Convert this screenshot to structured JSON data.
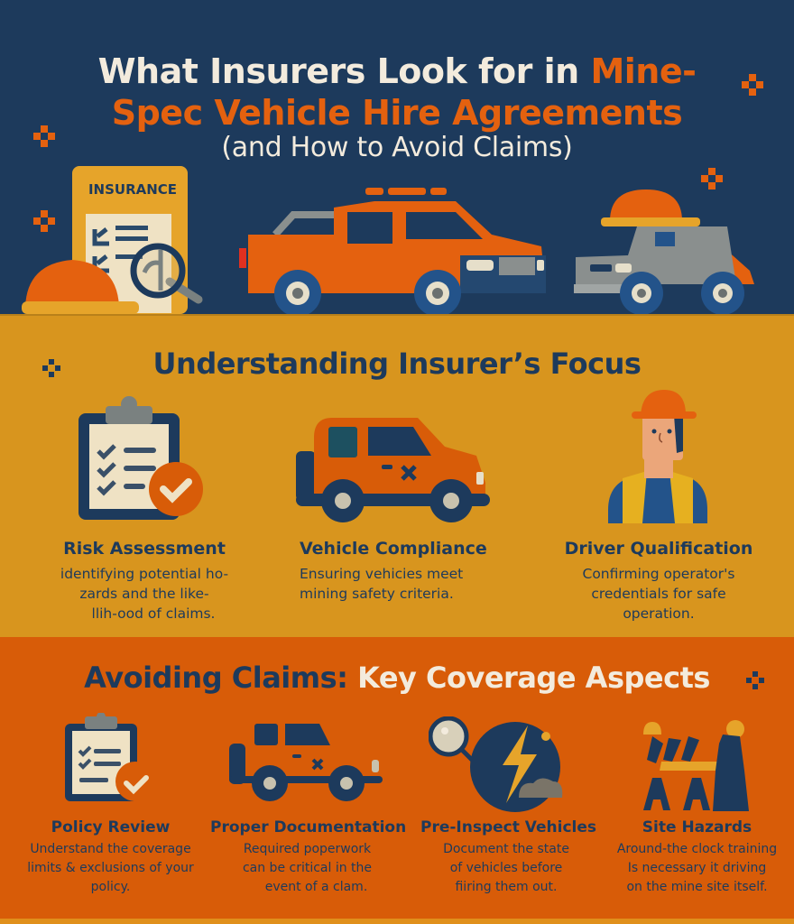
{
  "hero": {
    "title_line1_plain": "What Insurers Look for in ",
    "title_line1_accent": "Mine-",
    "title_line2_accent": "Spec Vehicle Hire Agreements",
    "subtitle": "(and How to Avoid Claims)",
    "insurance_doc_label": "INSURANCE",
    "illustrations": [
      "insurance-document-icon",
      "hard-hat-icon",
      "magnifier-icon",
      "orange-pickup-truck-icon",
      "grey-utility-truck-with-hard-hat-icon"
    ]
  },
  "focus": {
    "title": "Understanding Insurer’s Focus",
    "items": [
      {
        "title": "Risk Assessment",
        "desc_lines": [
          "identifying potential ho-",
          "zards and  the like-",
          "llih-ood of claims."
        ],
        "icon": "clipboard-check-icon"
      },
      {
        "title": "Vehicle Compliance",
        "desc_lines": [
          "Ensuring vehicies meet",
          "mining safety criteria."
        ],
        "icon": "suv-icon"
      },
      {
        "title": "Driver Qualification",
        "desc_lines": [
          "Confirming operator's",
          "credentials for safe",
          "operation."
        ],
        "icon": "worker-hard-hat-icon"
      }
    ]
  },
  "claims": {
    "title_dark": "Avoiding Claims:",
    "title_light": " Key Coverage Aspects",
    "items": [
      {
        "title": "Policy Review",
        "desc_lines": [
          "Understand the coverage",
          "limits & exclusions of your",
          "policy."
        ],
        "icon": "clipboard-check-icon"
      },
      {
        "title": "Proper Documentation",
        "desc_lines": [
          "Required poperwork",
          "can be critical in the",
          "event of a clam."
        ],
        "icon": "vehicle-outline-icon"
      },
      {
        "title": "Pre-Inspect Vehicles",
        "desc_lines": [
          "Document the state",
          "of vehicles before",
          "fiiring them out."
        ],
        "icon": "magnifier-lightning-icon"
      },
      {
        "title": "Site Hazards",
        "desc_lines": [
          "Around-the clock training",
          "Is necessary it driving",
          "on the mine site itself."
        ],
        "icon": "workers-site-hazard-icon"
      }
    ]
  },
  "colors": {
    "navy": "#1d3a5c",
    "orange": "#e4610f",
    "mustard": "#d8951e",
    "burnt_orange": "#d85c08",
    "cream": "#f3ebdd",
    "grey": "#8a8f8e"
  }
}
